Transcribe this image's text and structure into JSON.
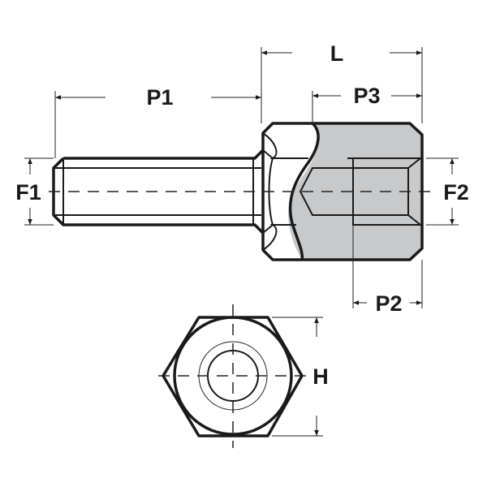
{
  "labels": {
    "L": "L",
    "P1": "P1",
    "P2": "P2",
    "P3": "P3",
    "F1": "F1",
    "F2": "F2",
    "H": "H"
  },
  "colors": {
    "section_fill": "#c8c9cb",
    "line": "#1a1a1a"
  }
}
